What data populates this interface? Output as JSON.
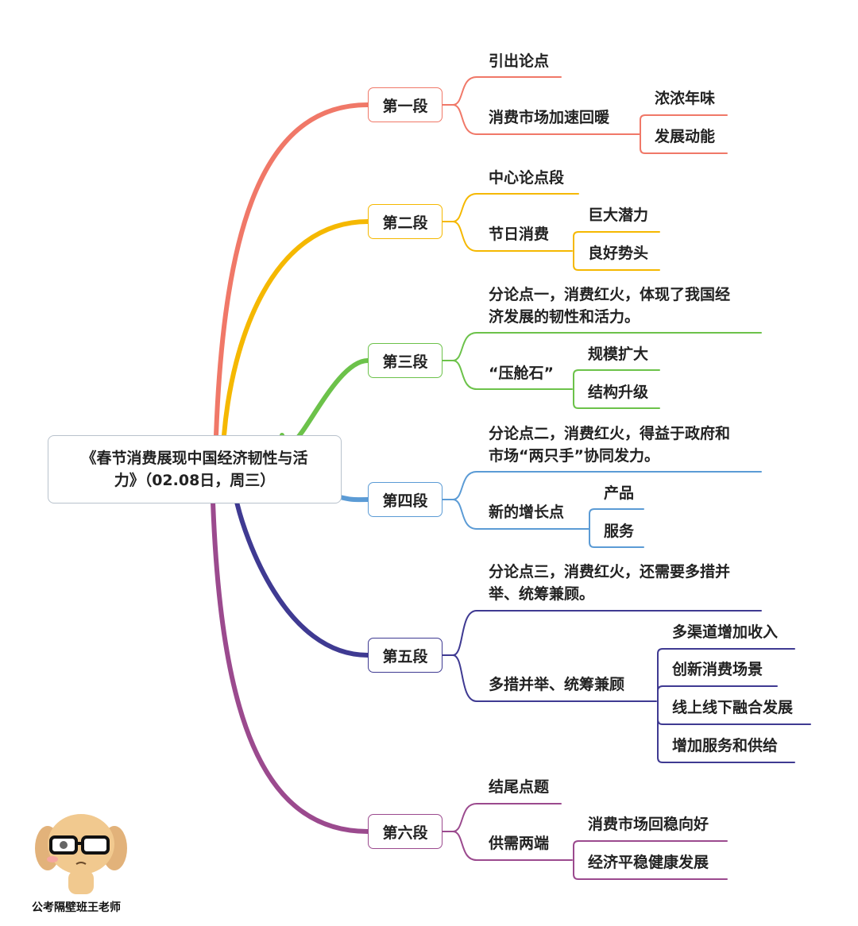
{
  "root": {
    "title_line1": "《春节消费展现中国经济韧性与活",
    "title_line2": "力》（02.08日，周三）"
  },
  "colors": [
    "#F07868",
    "#F5B800",
    "#6CC24A",
    "#5B9BD5",
    "#3F3A92",
    "#9B4A8E"
  ],
  "sections": [
    {
      "label": "第一段",
      "children": [
        {
          "text": "引出论点"
        },
        {
          "text": "消费市场加速回暖",
          "children": [
            "浓浓年味",
            "发展动能"
          ]
        }
      ]
    },
    {
      "label": "第二段",
      "children": [
        {
          "text": "中心论点段"
        },
        {
          "text": "节日消费",
          "children": [
            "巨大潜力",
            "良好势头"
          ]
        }
      ]
    },
    {
      "label": "第三段",
      "children": [
        {
          "text": "分论点一，消费红火，体现了我国经\n济发展的韧性和活力。"
        },
        {
          "text": "“压舱石”",
          "children": [
            "规模扩大",
            "结构升级"
          ]
        }
      ]
    },
    {
      "label": "第四段",
      "children": [
        {
          "text": "分论点二，消费红火，得益于政府和\n市场“两只手”协同发力。"
        },
        {
          "text": "新的增长点",
          "children": [
            "产品",
            "服务"
          ]
        }
      ]
    },
    {
      "label": "第五段",
      "children": [
        {
          "text": "分论点三，消费红火，还需要多措并\n举、统筹兼顾。"
        },
        {
          "text": "多措并举、统筹兼顾",
          "children": [
            "多渠道增加收入",
            "创新消费场景",
            "线上线下融合发展",
            "增加服务和供给"
          ]
        }
      ]
    },
    {
      "label": "第六段",
      "children": [
        {
          "text": "结尾点题"
        },
        {
          "text": "供需两端",
          "children": [
            "消费市场回稳向好",
            "经济平稳健康发展"
          ]
        }
      ]
    }
  ],
  "watermark": "公考隔壁班王老师"
}
